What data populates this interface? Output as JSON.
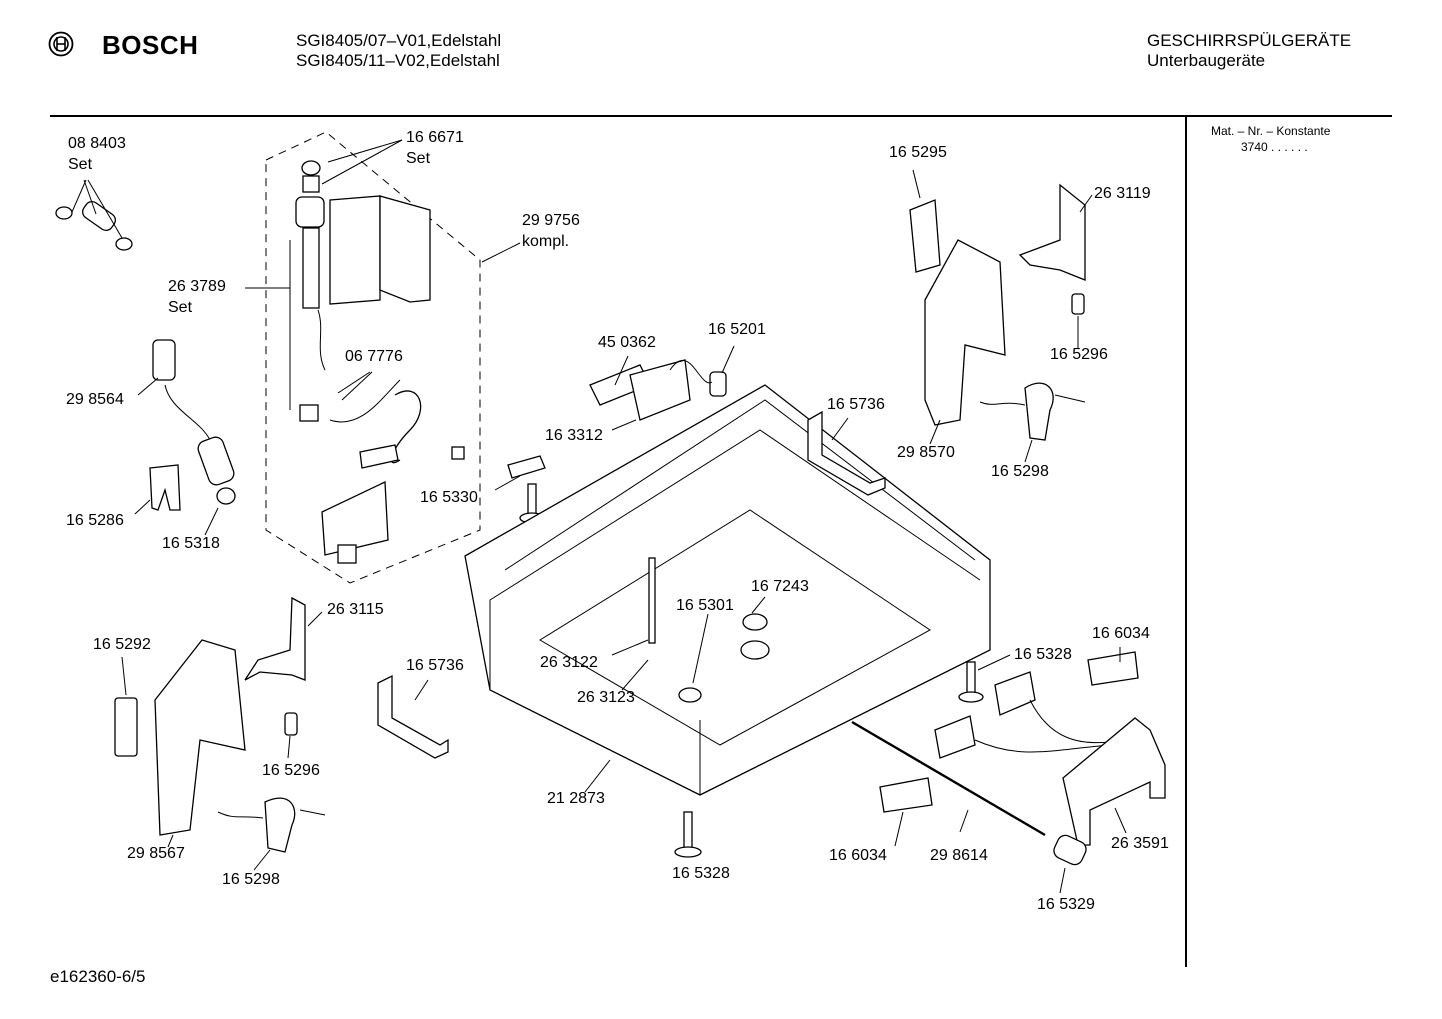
{
  "header": {
    "brand": "BOSCH",
    "models": [
      "SGI8405/07–V01,Edelstahl",
      "SGI8405/11–V02,Edelstahl"
    ],
    "category": "GESCHIRRSPÜLGERÄTE",
    "subcategory": "Unterbaugeräte"
  },
  "sidebar": {
    "label": "Mat. – Nr. – Konstante",
    "value": "3740  .  .  .  .  .  ."
  },
  "footer": {
    "code": "e162360-6/5"
  },
  "parts": [
    "08 8403",
    "Set",
    "16 6671",
    "Set",
    "29 9756",
    "kompl.",
    "26 3789",
    "Set",
    "06 7776",
    "29 8564",
    "16 5286",
    "16 5318",
    "45 0362",
    "16 5201",
    "16 3312",
    "16 5330",
    "16 5295",
    "26 3119",
    "16 5296",
    "16 5736",
    "29 8570",
    "16 5298",
    "16 7243",
    "16 5301",
    "26 3122",
    "26 3123",
    "26 3115",
    "16 5292",
    "16 5736",
    "16 5296",
    "29 8567",
    "16 5298",
    "21 2873",
    "16 5328",
    "16 6034",
    "16 5328",
    "16 6034",
    "29 8614",
    "26 3591",
    "16 5329"
  ]
}
